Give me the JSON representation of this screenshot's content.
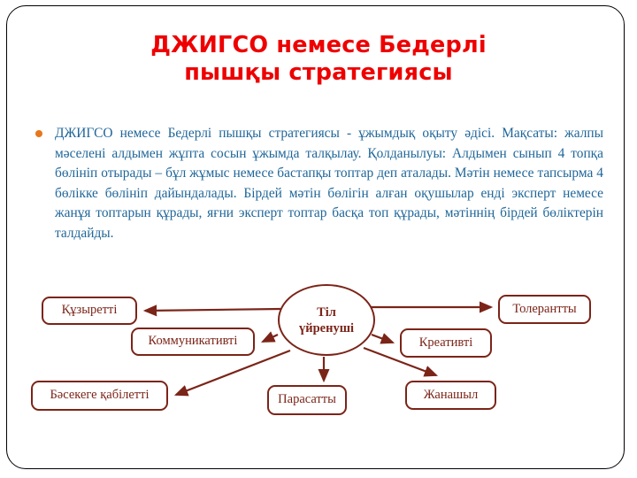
{
  "slide": {
    "title": "ДЖИГСО немесе Бедерлі\nпышқы стратегиясы",
    "title_color": "#ee0000",
    "body_text_color": "#1f6699",
    "diagram_color": "#7b2418",
    "bullet_color": "#e8761b",
    "frame_color": "#000000",
    "background": "#ffffff"
  },
  "body": {
    "bullet_icon": "bullet-dot-icon",
    "paragraph": "ДЖИГСО немесе Бедерлі пышқы стратегиясы - ұжымдық оқыту әдісі. Мақсаты: жалпы мәселені алдымен жұпта сосын ұжымда талқылау. Қолданылуы: Алдымен сынып 4 топқа бөлініп отырады – бұл жұмыс немесе бастапқы топтар деп аталады. Мәтін немесе тапсырма 4 бөлікке бөлініп дайындалады. Бірдей мәтін бөлігін алған оқушылар енді эксперт немесе жанұя топтарын құрады, яғни эксперт топтар басқа топ құрады, мәтіннің бірдей бөліктерін талдайды."
  },
  "diagram": {
    "type": "radial-mind-map",
    "center": {
      "label": "Тіл\nүйренуші"
    },
    "nodes": [
      {
        "id": "kuzyretti",
        "label": "Құзыретті"
      },
      {
        "id": "kommunikativti",
        "label": "Коммуникативті"
      },
      {
        "id": "basekege",
        "label": "Бәсекеге қабілетті"
      },
      {
        "id": "parasatty",
        "label": "Парасатты"
      },
      {
        "id": "zhanashyl",
        "label": "Жанашыл"
      },
      {
        "id": "kreativti",
        "label": "Креативті"
      },
      {
        "id": "toleranty",
        "label": "Толерантты"
      }
    ]
  }
}
